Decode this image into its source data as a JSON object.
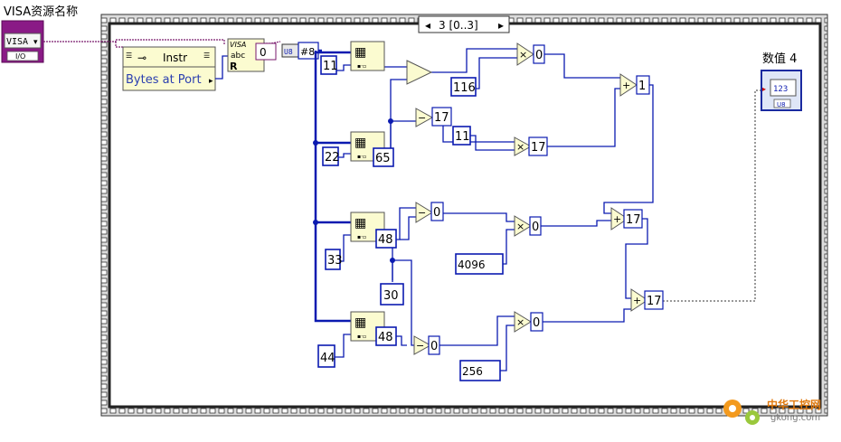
{
  "controls": {
    "visa_label": "VISA资源名称",
    "visa_value": "VISA",
    "visa_io": "I/O",
    "indicator_label": "数值 4",
    "indicator_value": "123",
    "indicator_type": "U8"
  },
  "sequence": {
    "selector": "3 [0..3]"
  },
  "property_node": {
    "class": "Instr",
    "property": "Bytes at Port"
  },
  "visa_read": {
    "title": "VISA",
    "sub": "abc",
    "mode": "R",
    "const": "0"
  },
  "convert": {
    "label": "U8",
    "array_size": "#8"
  },
  "constants": {
    "index_1": "11",
    "index_2": "22",
    "index_3": "33",
    "index_4": "44",
    "c_16": "116",
    "c_1": "11",
    "c_65": "65",
    "c_48a": "48",
    "c_30": "30",
    "c_48b": "48",
    "c_4096": "4096",
    "c_256": "256"
  },
  "indicators": {
    "mul1": "0",
    "sub1": "17",
    "mul2": "17",
    "sub2": "0",
    "mul3": "0",
    "add_top": "1",
    "add_mid": "17",
    "sub3": "0",
    "mul4": "0",
    "add_final": "17"
  },
  "ops": {
    "mul": "×",
    "sub": "−",
    "add": "+"
  },
  "watermark": {
    "cn": "中华工控网",
    "en": "gkong.com"
  },
  "colors": {
    "wire_blue": "#0b1ab0",
    "wire_visa": "#7a1a6e",
    "block_yellow": "#fbfbd0",
    "frame_gray": "#444444"
  }
}
